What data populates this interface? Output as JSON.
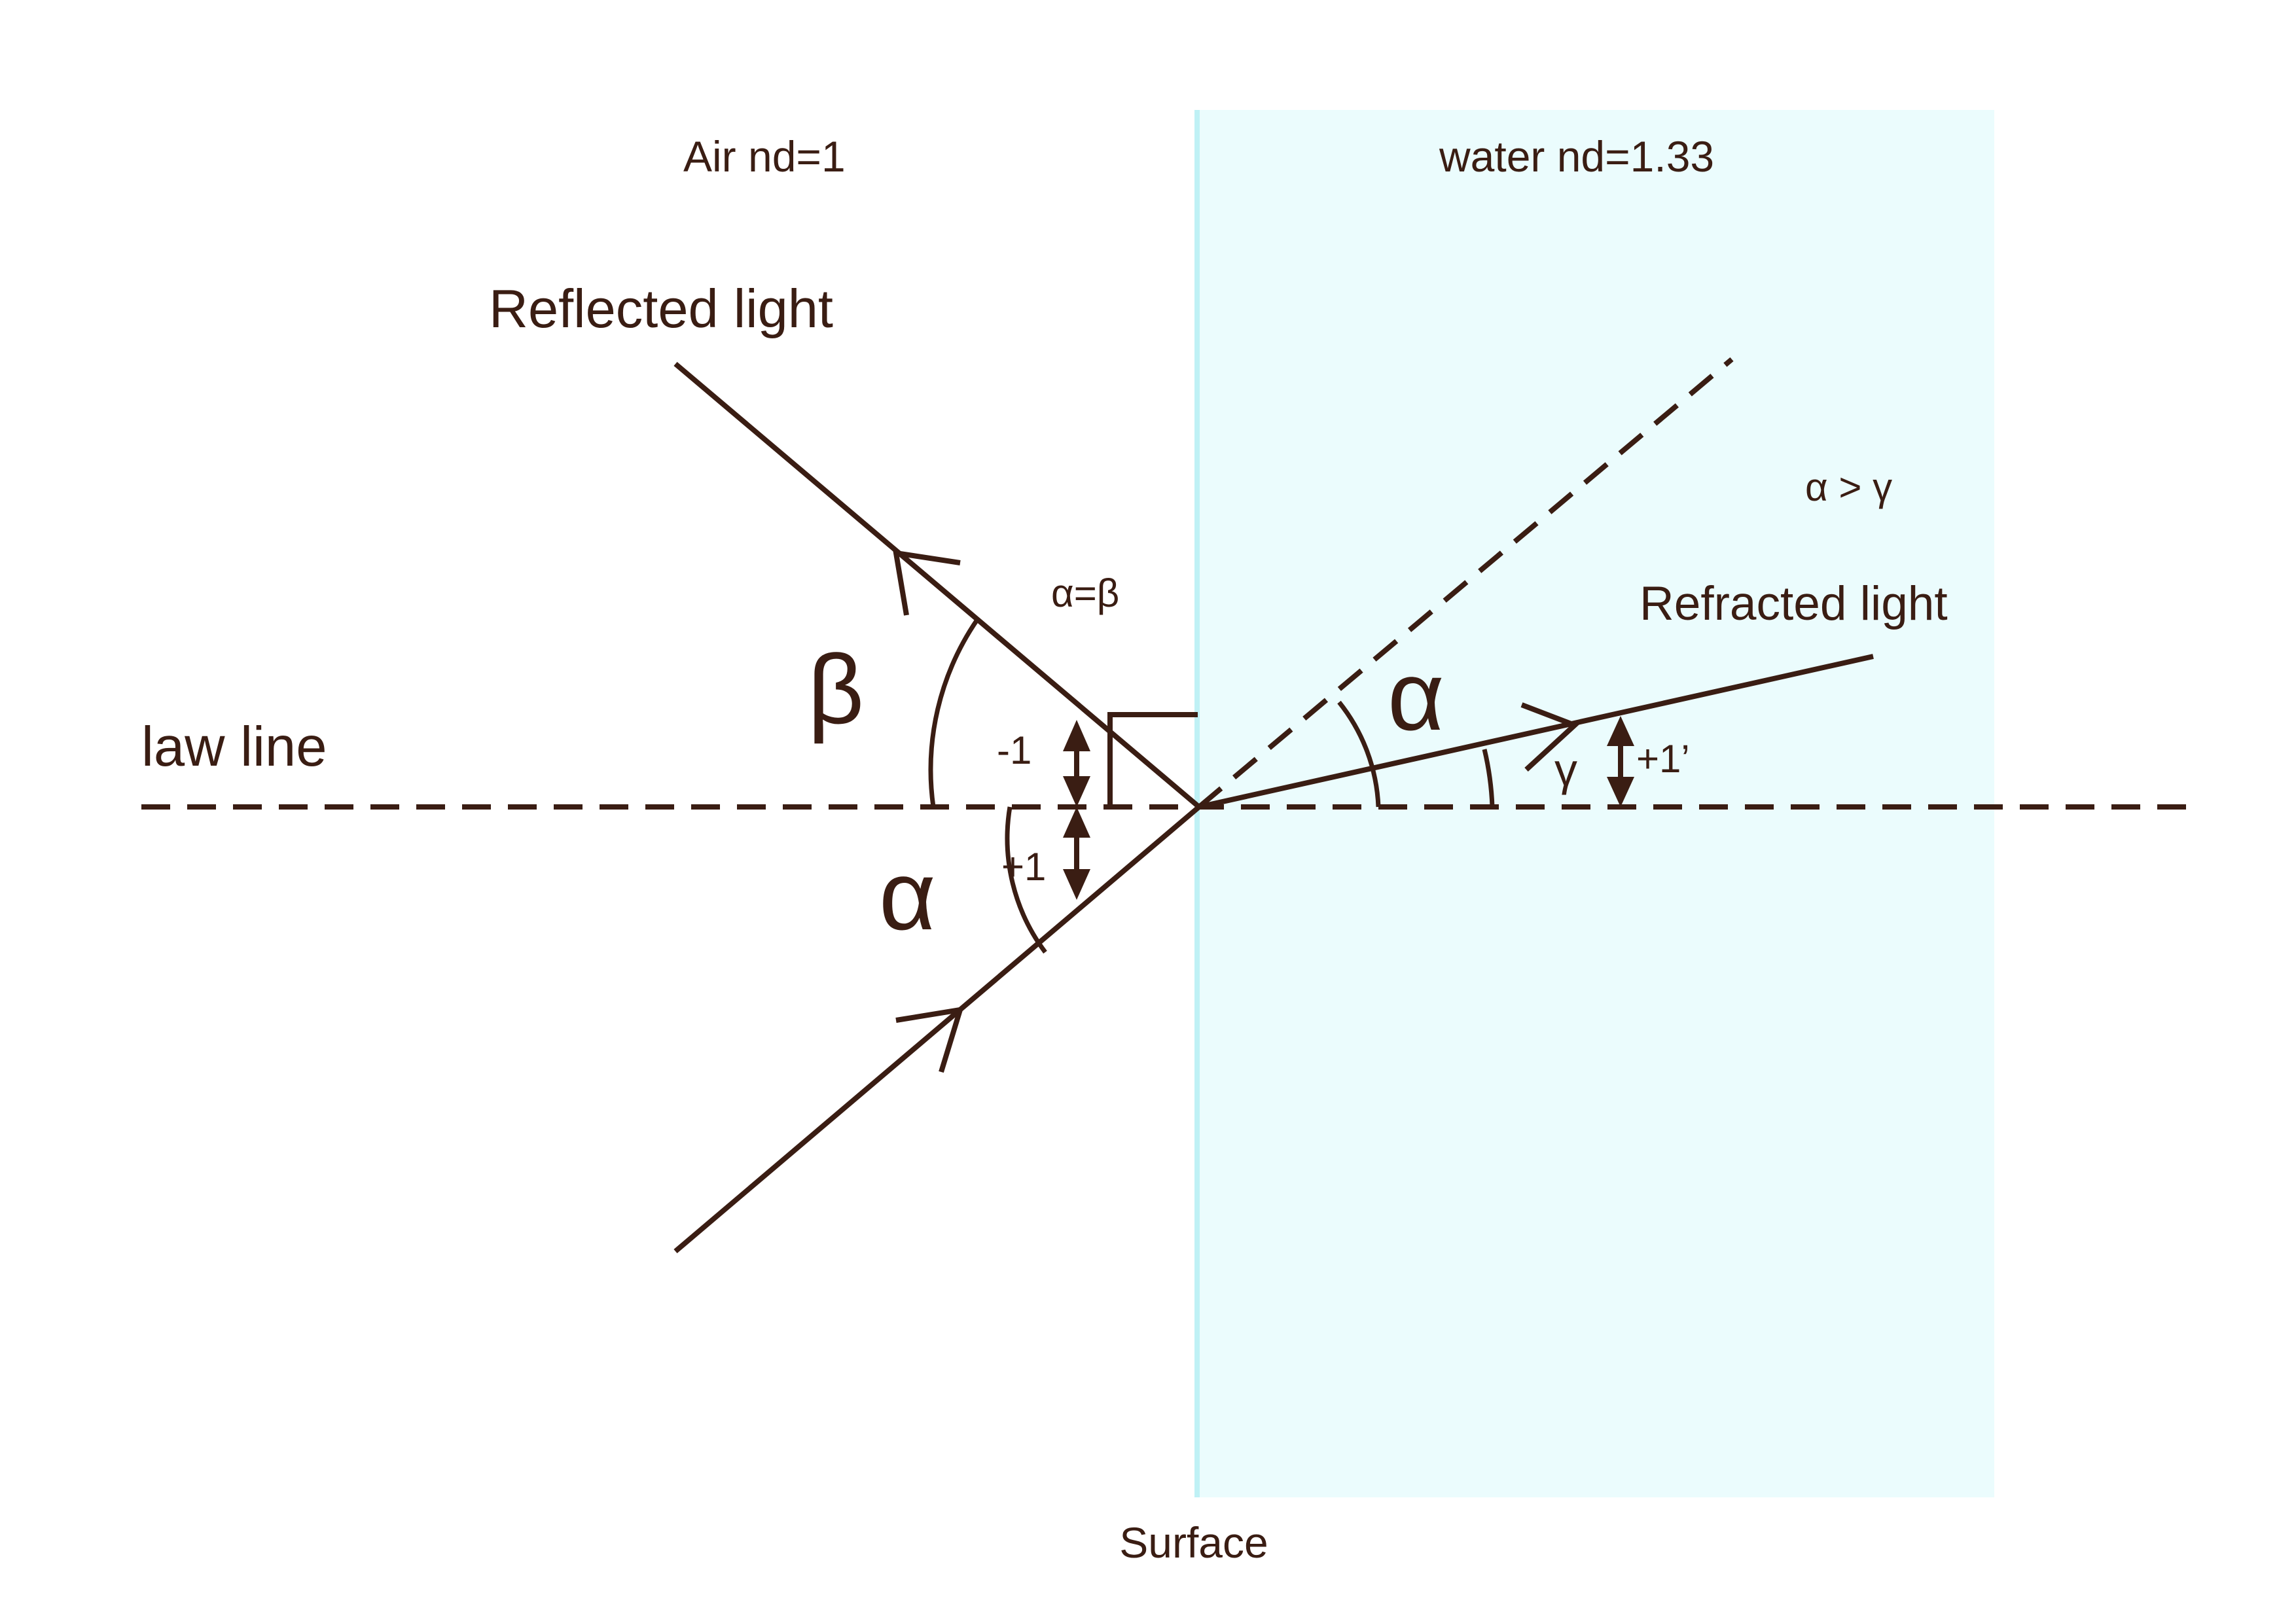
{
  "media": {
    "air_label": "Air nd=1",
    "water_label": "water nd=1.33",
    "water_color": "#ebfcfd",
    "surface_line_color": "#bff1f5",
    "surface_label": "Surface"
  },
  "rays": {
    "reflected_label": "Reflected light",
    "refracted_label": "Refracted light"
  },
  "normal": {
    "label": "law line"
  },
  "angles": {
    "incident": "α",
    "reflected": "β",
    "transmitted_extension": "α",
    "refracted": "γ"
  },
  "relations": {
    "equal_angles": "α=β",
    "comparison": "α > γ"
  },
  "markers": {
    "minus_one": "-1",
    "plus_one": "+1",
    "plus_one_prime": "+1’"
  },
  "colors": {
    "ink": "#3a1d13",
    "background": "#ffffff"
  }
}
